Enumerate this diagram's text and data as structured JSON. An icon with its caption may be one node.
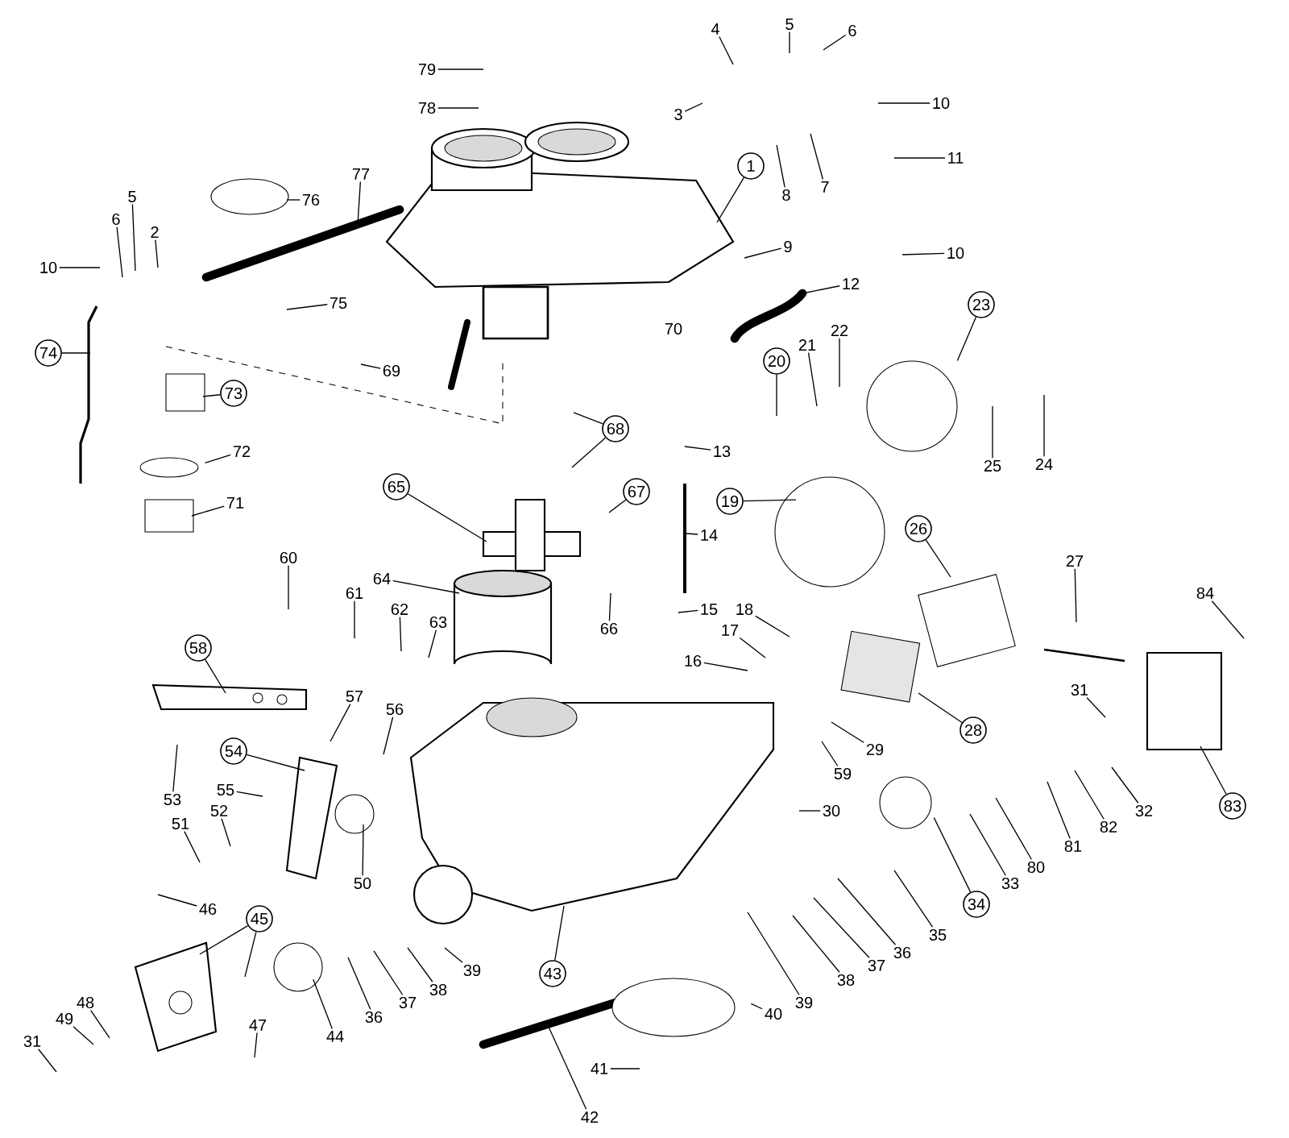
{
  "diagram": {
    "nodes": [
      {
        "text": [
          "79"
        ]
      },
      {
        "text": [
          "78"
        ]
      },
      {
        "text": [
          "4"
        ]
      },
      {
        "text": [
          "5"
        ]
      },
      {
        "text": [
          "6"
        ]
      },
      {
        "text": [
          "3"
        ]
      },
      {
        "text": [
          "10"
        ]
      },
      {
        "text": [
          "11"
        ]
      },
      {
        "text": [
          "1"
        ]
      },
      {
        "text": [
          "8"
        ]
      },
      {
        "text": [
          "7"
        ]
      },
      {
        "text": [
          "77"
        ]
      },
      {
        "text": [
          "76"
        ]
      },
      {
        "text": [
          "5"
        ]
      },
      {
        "text": [
          "6"
        ]
      },
      {
        "text": [
          "2"
        ]
      },
      {
        "text": [
          "10"
        ]
      },
      {
        "text": [
          "9"
        ]
      },
      {
        "text": [
          "10"
        ]
      },
      {
        "text": [
          "12"
        ]
      },
      {
        "text": [
          "75"
        ]
      },
      {
        "text": [
          "23"
        ]
      },
      {
        "text": [
          "22"
        ]
      },
      {
        "text": [
          "21"
        ]
      },
      {
        "text": [
          "74"
        ]
      },
      {
        "text": [
          "20"
        ]
      },
      {
        "text": [
          "69"
        ]
      },
      {
        "text": [
          "73"
        ]
      },
      {
        "text": [
          "68"
        ]
      },
      {
        "text": [
          "13"
        ]
      },
      {
        "text": [
          "72"
        ]
      },
      {
        "text": [
          "25"
        ]
      },
      {
        "text": [
          "24"
        ]
      },
      {
        "text": [
          "65"
        ]
      },
      {
        "text": [
          "67"
        ]
      },
      {
        "text": [
          "19"
        ]
      },
      {
        "text": [
          "71"
        ]
      },
      {
        "text": [
          "26"
        ]
      },
      {
        "text": [
          "14"
        ]
      },
      {
        "text": [
          "60"
        ]
      },
      {
        "text": [
          "27"
        ]
      },
      {
        "text": [
          "64"
        ]
      },
      {
        "text": [
          "84"
        ]
      },
      {
        "text": [
          "61"
        ]
      },
      {
        "text": [
          "62"
        ]
      },
      {
        "text": [
          "15"
        ]
      },
      {
        "text": [
          "18"
        ]
      },
      {
        "text": [
          "63"
        ]
      },
      {
        "text": [
          "66"
        ]
      },
      {
        "text": [
          "17"
        ]
      },
      {
        "text": [
          "58"
        ]
      },
      {
        "text": [
          "16"
        ]
      },
      {
        "text": [
          "31"
        ]
      },
      {
        "text": [
          "57"
        ]
      },
      {
        "text": [
          "56"
        ]
      },
      {
        "text": [
          "28"
        ]
      },
      {
        "text": [
          "29"
        ]
      },
      {
        "text": [
          "54"
        ]
      },
      {
        "text": [
          "59"
        ]
      },
      {
        "text": [
          "55"
        ]
      },
      {
        "text": [
          "53"
        ]
      },
      {
        "text": [
          "83"
        ]
      },
      {
        "text": [
          "52"
        ]
      },
      {
        "text": [
          "30"
        ]
      },
      {
        "text": [
          "32"
        ]
      },
      {
        "text": [
          "51"
        ]
      },
      {
        "text": [
          "82"
        ]
      },
      {
        "text": [
          "81"
        ]
      },
      {
        "text": [
          "80"
        ]
      },
      {
        "text": [
          "50"
        ]
      },
      {
        "text": [
          "33"
        ]
      },
      {
        "text": [
          "34"
        ]
      },
      {
        "text": [
          "46"
        ]
      },
      {
        "text": [
          "45"
        ]
      },
      {
        "text": [
          "35"
        ]
      },
      {
        "text": [
          "36"
        ]
      },
      {
        "text": [
          "37"
        ]
      },
      {
        "text": [
          "39"
        ]
      },
      {
        "text": [
          "43"
        ]
      },
      {
        "text": [
          "38"
        ]
      },
      {
        "text": [
          "38"
        ]
      },
      {
        "text": [
          "48"
        ]
      },
      {
        "text": [
          "37"
        ]
      },
      {
        "text": [
          "39"
        ]
      },
      {
        "text": [
          "40"
        ]
      },
      {
        "text": [
          "47"
        ]
      },
      {
        "text": [
          "36"
        ]
      },
      {
        "text": [
          "49"
        ]
      },
      {
        "text": [
          "44"
        ]
      },
      {
        "text": [
          "31"
        ]
      },
      {
        "text": [
          "41"
        ]
      },
      {
        "text": [
          "42"
        ]
      },
      {
        "text": [],
        "shape": "picture"
      },
      {
        "text": [],
        "shape": "picture"
      },
      {
        "text": [],
        "shape": "picture"
      },
      {
        "text": [],
        "shape": "picture"
      },
      {
        "text": [],
        "shape": "box"
      },
      {
        "text": [],
        "shape": "circle"
      },
      {
        "text": [],
        "shape": "box"
      },
      {
        "text": [],
        "shape": "picture"
      },
      {
        "text": [],
        "shape": "circle"
      },
      {
        "text": [],
        "shape": "circle"
      },
      {
        "text": [],
        "shape": "picture"
      },
      {
        "text": [],
        "shape": "cylinder"
      },
      {
        "text": [],
        "shape": "picture"
      },
      {
        "text": [],
        "shape": "picture"
      },
      {
        "text": [],
        "shape": "picture"
      },
      {
        "text": [],
        "shape": "picture"
      },
      {
        "text": [],
        "shape": "box"
      },
      {
        "text": [],
        "shape": "circle"
      },
      {
        "text": [],
        "shape": "picture"
      },
      {
        "text": [],
        "shape": "circle"
      },
      {
        "text": [],
        "shape": "picture"
      },
      {
        "text": [],
        "shape": "circle"
      },
      {
        "text": [],
        "shape": "circle"
      },
      {
        "text": [],
        "shape": "picture"
      },
      {
        "text": [],
        "shape": "picture"
      }
    ],
    "edges": [
      {
        "from": 0,
        "to": null,
        "arrow": "none"
      },
      {
        "from": 1,
        "to": null,
        "arrow": "none"
      },
      {
        "from": 2,
        "to": null,
        "arrow": "none"
      },
      {
        "from": 3,
        "to": null,
        "arrow": "none"
      },
      {
        "from": 4,
        "to": null,
        "arrow": "none"
      },
      {
        "from": 5,
        "to": null,
        "arrow": "none"
      },
      {
        "from": 6,
        "to": null,
        "arrow": "none"
      },
      {
        "from": 7,
        "to": null,
        "arrow": "none"
      },
      {
        "from": 8,
        "to": 92,
        "arrow": "none"
      },
      {
        "from": 9,
        "to": null,
        "arrow": "none"
      },
      {
        "from": 10,
        "to": null,
        "arrow": "none"
      },
      {
        "from": 11,
        "to": 93,
        "arrow": "none"
      },
      {
        "from": 12,
        "to": 94,
        "arrow": "none"
      },
      {
        "from": 13,
        "to": null,
        "arrow": "none"
      },
      {
        "from": 14,
        "to": null,
        "arrow": "none"
      },
      {
        "from": 15,
        "to": null,
        "arrow": "none"
      },
      {
        "from": 16,
        "to": null,
        "arrow": "none"
      },
      {
        "from": 17,
        "to": null,
        "arrow": "none"
      },
      {
        "from": 18,
        "to": null,
        "arrow": "none"
      },
      {
        "from": 19,
        "to": 99,
        "arrow": "none"
      },
      {
        "from": 20,
        "to": null,
        "arrow": "none"
      },
      {
        "from": 21,
        "to": 100,
        "arrow": "none"
      },
      {
        "from": 22,
        "to": null,
        "arrow": "none"
      },
      {
        "from": 23,
        "to": null,
        "arrow": "none"
      },
      {
        "from": 24,
        "to": 95,
        "arrow": "none"
      },
      {
        "from": 25,
        "to": null,
        "arrow": "none"
      },
      {
        "from": 26,
        "to": null,
        "arrow": "none"
      },
      {
        "from": 27,
        "to": 96,
        "arrow": "none"
      },
      {
        "from": 28,
        "to": null,
        "arrow": "none"
      },
      {
        "from": 28,
        "to": null,
        "arrow": "none"
      },
      {
        "from": 29,
        "to": null,
        "arrow": "none"
      },
      {
        "from": 30,
        "to": 97,
        "arrow": "none"
      },
      {
        "from": 31,
        "to": null,
        "arrow": "none"
      },
      {
        "from": 32,
        "to": null,
        "arrow": "none"
      },
      {
        "from": 33,
        "to": 102,
        "arrow": "none"
      },
      {
        "from": 34,
        "to": null,
        "arrow": "none"
      },
      {
        "from": 35,
        "to": 101,
        "arrow": "none"
      },
      {
        "from": 36,
        "to": 98,
        "arrow": "none"
      },
      {
        "from": 37,
        "to": 106,
        "arrow": "none"
      },
      {
        "from": 38,
        "to": 104,
        "arrow": "none"
      },
      {
        "from": 39,
        "to": null,
        "arrow": "none"
      },
      {
        "from": 40,
        "to": null,
        "arrow": "none"
      },
      {
        "from": 41,
        "to": 103,
        "arrow": "none"
      },
      {
        "from": 42,
        "to": null,
        "arrow": "none"
      },
      {
        "from": 43,
        "to": null,
        "arrow": "none"
      },
      {
        "from": 44,
        "to": null,
        "arrow": "none"
      },
      {
        "from": 45,
        "to": null,
        "arrow": "none"
      },
      {
        "from": 46,
        "to": null,
        "arrow": "none"
      },
      {
        "from": 47,
        "to": null,
        "arrow": "none"
      },
      {
        "from": 48,
        "to": null,
        "arrow": "none"
      },
      {
        "from": 49,
        "to": null,
        "arrow": "none"
      },
      {
        "from": 50,
        "to": 115,
        "arrow": "none"
      },
      {
        "from": 51,
        "to": null,
        "arrow": "none"
      },
      {
        "from": 52,
        "to": null,
        "arrow": "none"
      },
      {
        "from": 53,
        "to": null,
        "arrow": "none"
      },
      {
        "from": 54,
        "to": null,
        "arrow": "none"
      },
      {
        "from": 55,
        "to": 107,
        "arrow": "none"
      },
      {
        "from": 56,
        "to": null,
        "arrow": "none"
      },
      {
        "from": 57,
        "to": 116,
        "arrow": "none"
      },
      {
        "from": 58,
        "to": null,
        "arrow": "none"
      },
      {
        "from": 59,
        "to": null,
        "arrow": "none"
      },
      {
        "from": 60,
        "to": null,
        "arrow": "none"
      },
      {
        "from": 61,
        "to": 108,
        "arrow": "none"
      },
      {
        "from": 62,
        "to": null,
        "arrow": "none"
      },
      {
        "from": 63,
        "to": null,
        "arrow": "none"
      },
      {
        "from": 64,
        "to": null,
        "arrow": "none"
      },
      {
        "from": 65,
        "to": null,
        "arrow": "none"
      },
      {
        "from": 66,
        "to": null,
        "arrow": "none"
      },
      {
        "from": 67,
        "to": null,
        "arrow": "none"
      },
      {
        "from": 68,
        "to": null,
        "arrow": "none"
      },
      {
        "from": 69,
        "to": 114,
        "arrow": "none"
      },
      {
        "from": 70,
        "to": null,
        "arrow": "none"
      },
      {
        "from": 71,
        "to": 109,
        "arrow": "none"
      },
      {
        "from": 72,
        "to": null,
        "arrow": "none"
      },
      {
        "from": 73,
        "to": 112,
        "arrow": "none"
      },
      {
        "from": 73,
        "to": null,
        "arrow": "none"
      },
      {
        "from": 74,
        "to": null,
        "arrow": "none"
      },
      {
        "from": 75,
        "to": null,
        "arrow": "none"
      },
      {
        "from": 76,
        "to": null,
        "arrow": "none"
      },
      {
        "from": 77,
        "to": null,
        "arrow": "none"
      },
      {
        "from": 78,
        "to": 105,
        "arrow": "none"
      },
      {
        "from": 79,
        "to": null,
        "arrow": "none"
      },
      {
        "from": 80,
        "to": null,
        "arrow": "none"
      },
      {
        "from": 81,
        "to": null,
        "arrow": "none"
      },
      {
        "from": 82,
        "to": null,
        "arrow": "none"
      },
      {
        "from": 83,
        "to": null,
        "arrow": "none"
      },
      {
        "from": 84,
        "to": 111,
        "arrow": "none"
      },
      {
        "from": 85,
        "to": null,
        "arrow": "none"
      },
      {
        "from": 86,
        "to": null,
        "arrow": "none"
      },
      {
        "from": 87,
        "to": null,
        "arrow": "none"
      },
      {
        "from": 88,
        "to": 113,
        "arrow": "none"
      },
      {
        "from": 89,
        "to": null,
        "arrow": "none"
      },
      {
        "from": 90,
        "to": null,
        "arrow": "none"
      },
      {
        "from": 91,
        "to": 110,
        "arrow": "none"
      }
    ],
    "labels": [
      "70"
    ]
  }
}
